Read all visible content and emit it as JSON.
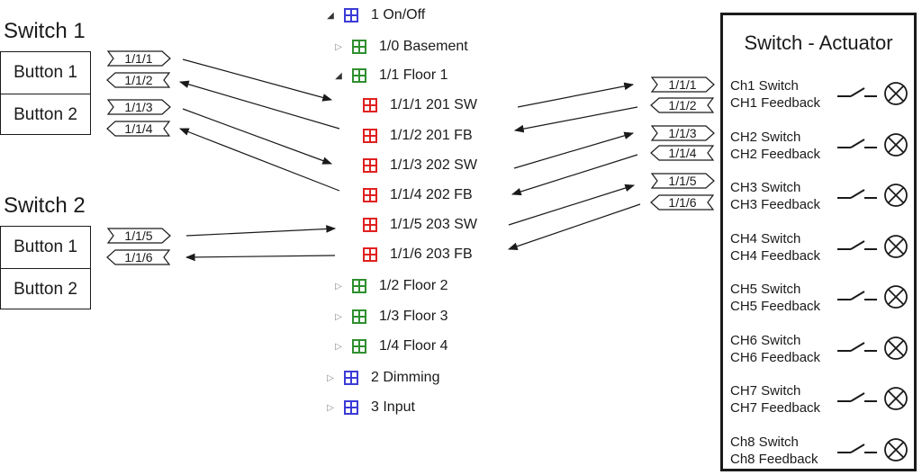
{
  "switches": [
    {
      "title": "Switch 1",
      "buttons": [
        "Button 1",
        "Button 2"
      ],
      "tags": [
        "1/1/1",
        "1/1/2",
        "1/1/3",
        "1/1/4"
      ]
    },
    {
      "title": "Switch 2",
      "buttons": [
        "Button 1",
        "Button 2"
      ],
      "tags": [
        "1/1/5",
        "1/1/6"
      ]
    }
  ],
  "tree": [
    {
      "label": "1 On/Off",
      "level": 0,
      "icon": "group-blue",
      "expanded": true
    },
    {
      "label": "1/0 Basement",
      "level": 1,
      "icon": "group-green",
      "expanded": false
    },
    {
      "label": "1/1 Floor 1",
      "level": 1,
      "icon": "group-green",
      "expanded": true
    },
    {
      "label": "1/1/1 201 SW",
      "level": 2,
      "icon": "address-red"
    },
    {
      "label": "1/1/2 201 FB",
      "level": 2,
      "icon": "address-red"
    },
    {
      "label": "1/1/3 202 SW",
      "level": 2,
      "icon": "address-red"
    },
    {
      "label": "1/1/4 202 FB",
      "level": 2,
      "icon": "address-red"
    },
    {
      "label": "1/1/5 203 SW",
      "level": 2,
      "icon": "address-red"
    },
    {
      "label": "1/1/6 203 FB",
      "level": 2,
      "icon": "address-red"
    },
    {
      "label": "1/2 Floor 2",
      "level": 1,
      "icon": "group-green",
      "expanded": false
    },
    {
      "label": "1/3 Floor 3",
      "level": 1,
      "icon": "group-green",
      "expanded": false
    },
    {
      "label": "1/4 Floor 4",
      "level": 1,
      "icon": "group-green",
      "expanded": false
    },
    {
      "label": "2 Dimming",
      "level": 0,
      "icon": "group-blue",
      "expanded": false
    },
    {
      "label": "3 Input",
      "level": 0,
      "icon": "group-blue",
      "expanded": false
    }
  ],
  "actuator": {
    "title": "Switch - Actuator",
    "tags": [
      "1/1/1",
      "1/1/2",
      "1/1/3",
      "1/1/4",
      "1/1/5",
      "1/1/6"
    ],
    "channels": [
      {
        "switch": "Ch1 Switch",
        "feedback": "CH1 Feedback"
      },
      {
        "switch": "CH2 Switch",
        "feedback": "CH2 Feedback"
      },
      {
        "switch": "CH3 Switch",
        "feedback": "CH3 Feedback"
      },
      {
        "switch": "CH4 Switch",
        "feedback": "CH4 Feedback"
      },
      {
        "switch": "CH5 Switch",
        "feedback": "CH5 Feedback"
      },
      {
        "switch": "CH6 Switch",
        "feedback": "CH6 Feedback"
      },
      {
        "switch": "CH7 Switch",
        "feedback": "CH7 Feedback"
      },
      {
        "switch": "Ch8 Switch",
        "feedback": "Ch8 Feedback"
      }
    ]
  },
  "colors": {
    "line": "#1a1a1a",
    "group_blue": "#3b3bd6",
    "group_green": "#2f8f2f",
    "address_red": "#e02020",
    "triangle": "#888888"
  }
}
